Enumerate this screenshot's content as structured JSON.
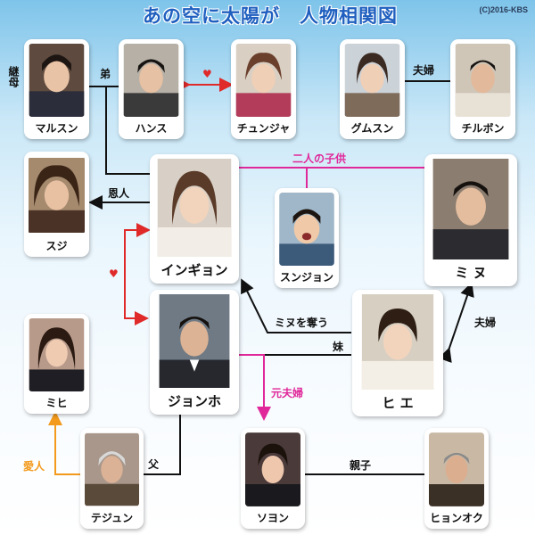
{
  "header": {
    "title": "あの空に太陽が　人物相関図",
    "copyright": "(C)2016-KBS"
  },
  "characters": {
    "marusun": "マルスン",
    "hansu": "ハンス",
    "chunja": "チュンジャ",
    "gumusun": "グムスン",
    "chirubon": "チルボン",
    "suji": "スジ",
    "ingyon": "インギョン",
    "sunjon": "スンジョン",
    "minu": "ミ ヌ",
    "mihi": "ミヒ",
    "jonho": "ジョンホ",
    "hie": "ヒ エ",
    "tejun": "テジュン",
    "soyon": "ソヨン",
    "hyonoku": "ヒョンオク"
  },
  "relations": {
    "stepmother": "継母",
    "younger_brother": "弟",
    "couple_top": "夫婦",
    "benefactor": "恩人",
    "their_child": "二人の子供",
    "couple_right": "夫婦",
    "steals_minu": "ミヌを奪う",
    "younger_sister": "妹",
    "ex_couple": "元夫婦",
    "lover": "愛人",
    "father": "父",
    "parent_child": "親子"
  },
  "colors": {
    "title": "#1f5fbf",
    "pink_line": "#e0289a",
    "red_arrow": "#e02a2a",
    "orange_arrow": "#f39a1c",
    "black_line": "#111111"
  }
}
